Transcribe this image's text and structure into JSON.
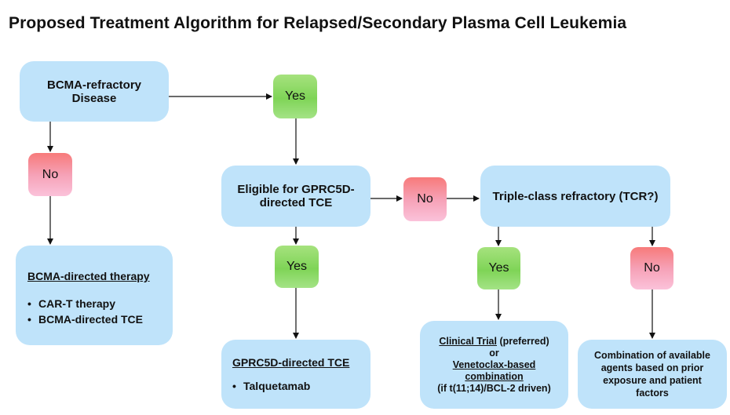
{
  "title": "Proposed Treatment Algorithm for Relapsed/Secondary Plasma Cell Leukemia",
  "nodes": {
    "bcma_refractory": {
      "line1": "BCMA-refractory",
      "line2": "Disease"
    },
    "yes_top": "Yes",
    "no_left": "No",
    "bcma_directed": {
      "heading": "BCMA-directed therapy",
      "bullets": [
        "CAR-T therapy",
        "BCMA-directed TCE"
      ]
    },
    "gprc5d_eligible": {
      "line1": "Eligible for GPRC5D-",
      "line2": "directed TCE"
    },
    "no_mid": "No",
    "tcr": "Triple-class refractory (TCR?)",
    "yes_mid": "Yes",
    "gprc5d_directed": {
      "heading": "GPRC5D-directed TCE",
      "bullets": [
        "Talquetamab"
      ]
    },
    "yes_tcr": "Yes",
    "no_tcr": "No",
    "clinical": {
      "ct": "Clinical Trial",
      "preferred": " (preferred)",
      "or": "or",
      "ven1": "Venetoclax-based",
      "ven2": "combination",
      "cond": "(if t(11;14)/BCL-2 driven)"
    },
    "combination": {
      "l1": "Combination of available",
      "l2": "agents based on prior",
      "l3": "exposure and patient",
      "l4": "factors"
    }
  },
  "bullet_char": "•"
}
